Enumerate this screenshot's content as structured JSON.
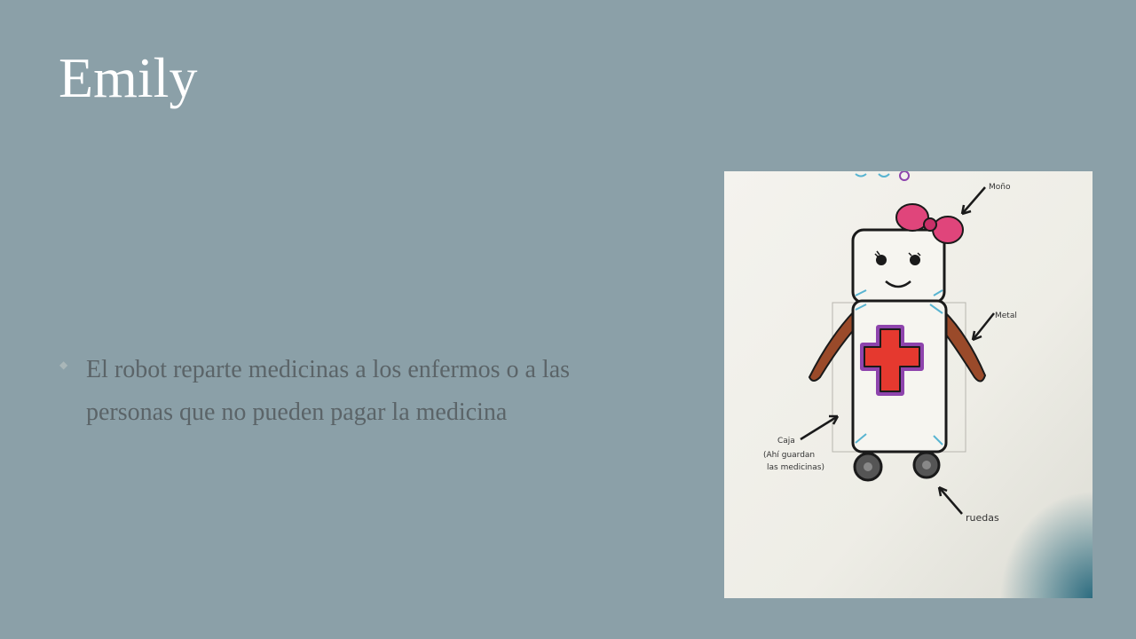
{
  "slide": {
    "title": "Emily",
    "bullets": [
      {
        "text": "El robot reparte medicinas a los enfermos o a las personas que no pueden pagar la medicina"
      }
    ]
  },
  "drawing": {
    "labels": {
      "bow": "Moño",
      "metal": "Metal",
      "box": "Caja",
      "box_note_1": "(Ahí guardan",
      "box_note_2": "las medicinas)",
      "wheels": "ruedas"
    },
    "colors": {
      "bow": "#e0457b",
      "cross": "#e5392f",
      "cross_outline": "#8e44ad",
      "arms": "#9a4a2a",
      "body_outline": "#1a1a1a",
      "accent": "#58b4d1",
      "paper": "#f1f0ea"
    }
  }
}
